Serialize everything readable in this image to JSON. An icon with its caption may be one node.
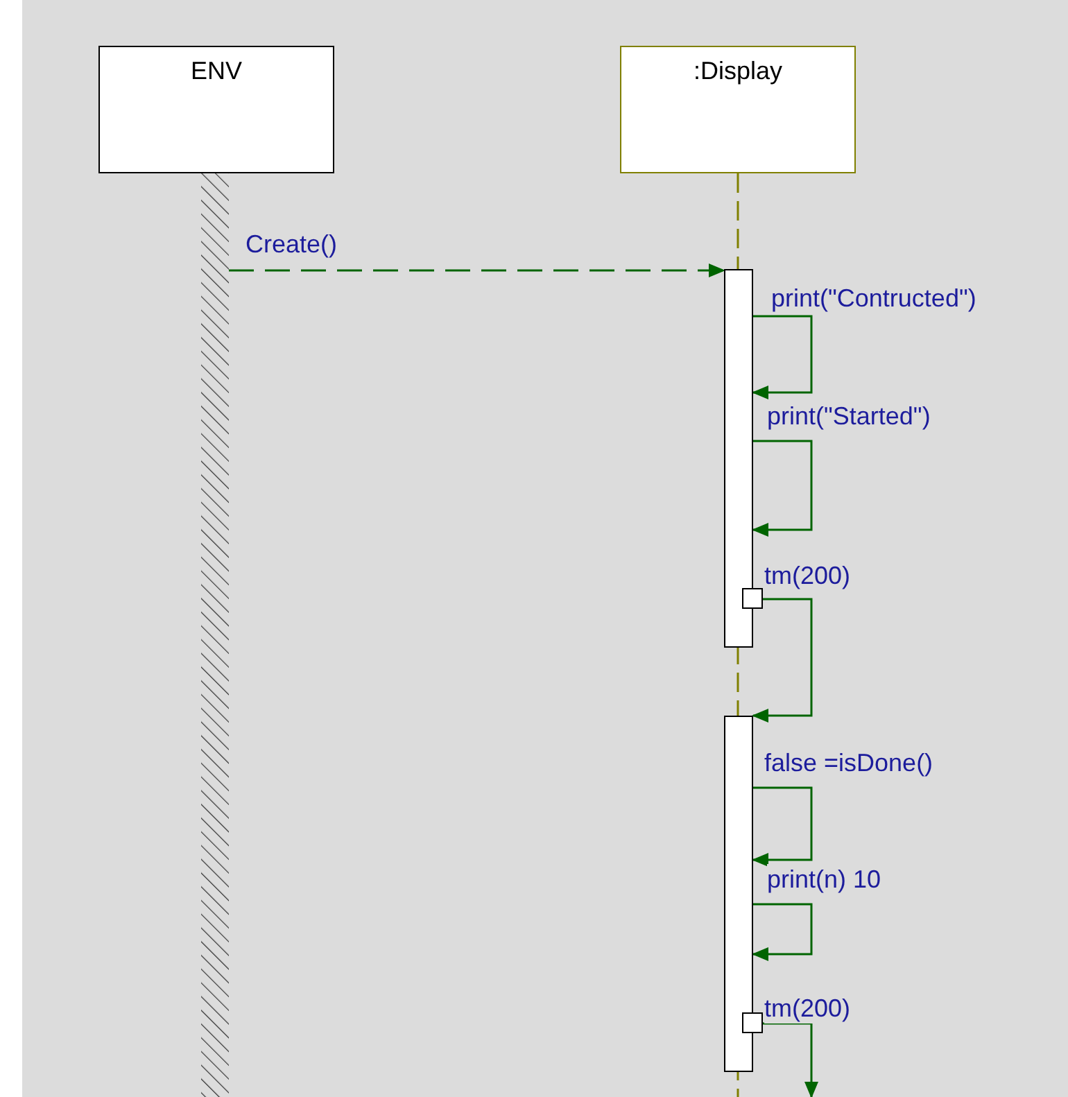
{
  "diagram": {
    "nodes": [
      {
        "text": [
          "ENV"
        ]
      },
      {
        "text": [
          ":Display"
        ]
      },
      {
        "text": [],
        "shape": "bar"
      },
      {
        "text": [],
        "shape": "bar"
      },
      {
        "text": [],
        "shape": "box"
      },
      {
        "text": [],
        "shape": "bar"
      },
      {
        "text": [],
        "shape": "box"
      }
    ],
    "edges": [
      {
        "from": 2,
        "to": 3,
        "arrow": "to",
        "label": "Create()",
        "style": "dashed"
      },
      {
        "from": 3,
        "to": 3,
        "arrow": "to",
        "label": "print(\"Contructed\")"
      },
      {
        "from": 3,
        "to": 3,
        "arrow": "to",
        "label": "print(\"Started\")"
      },
      {
        "from": 4,
        "to": 5,
        "arrow": "to",
        "label": "tm(200)"
      },
      {
        "from": 5,
        "to": 5,
        "arrow": "to",
        "label": "false =isDone()"
      },
      {
        "from": 5,
        "to": 5,
        "arrow": "to",
        "label": "print(n) 10"
      },
      {
        "from": 6,
        "to": null,
        "arrow": "to",
        "label": "tm(200)"
      }
    ]
  }
}
